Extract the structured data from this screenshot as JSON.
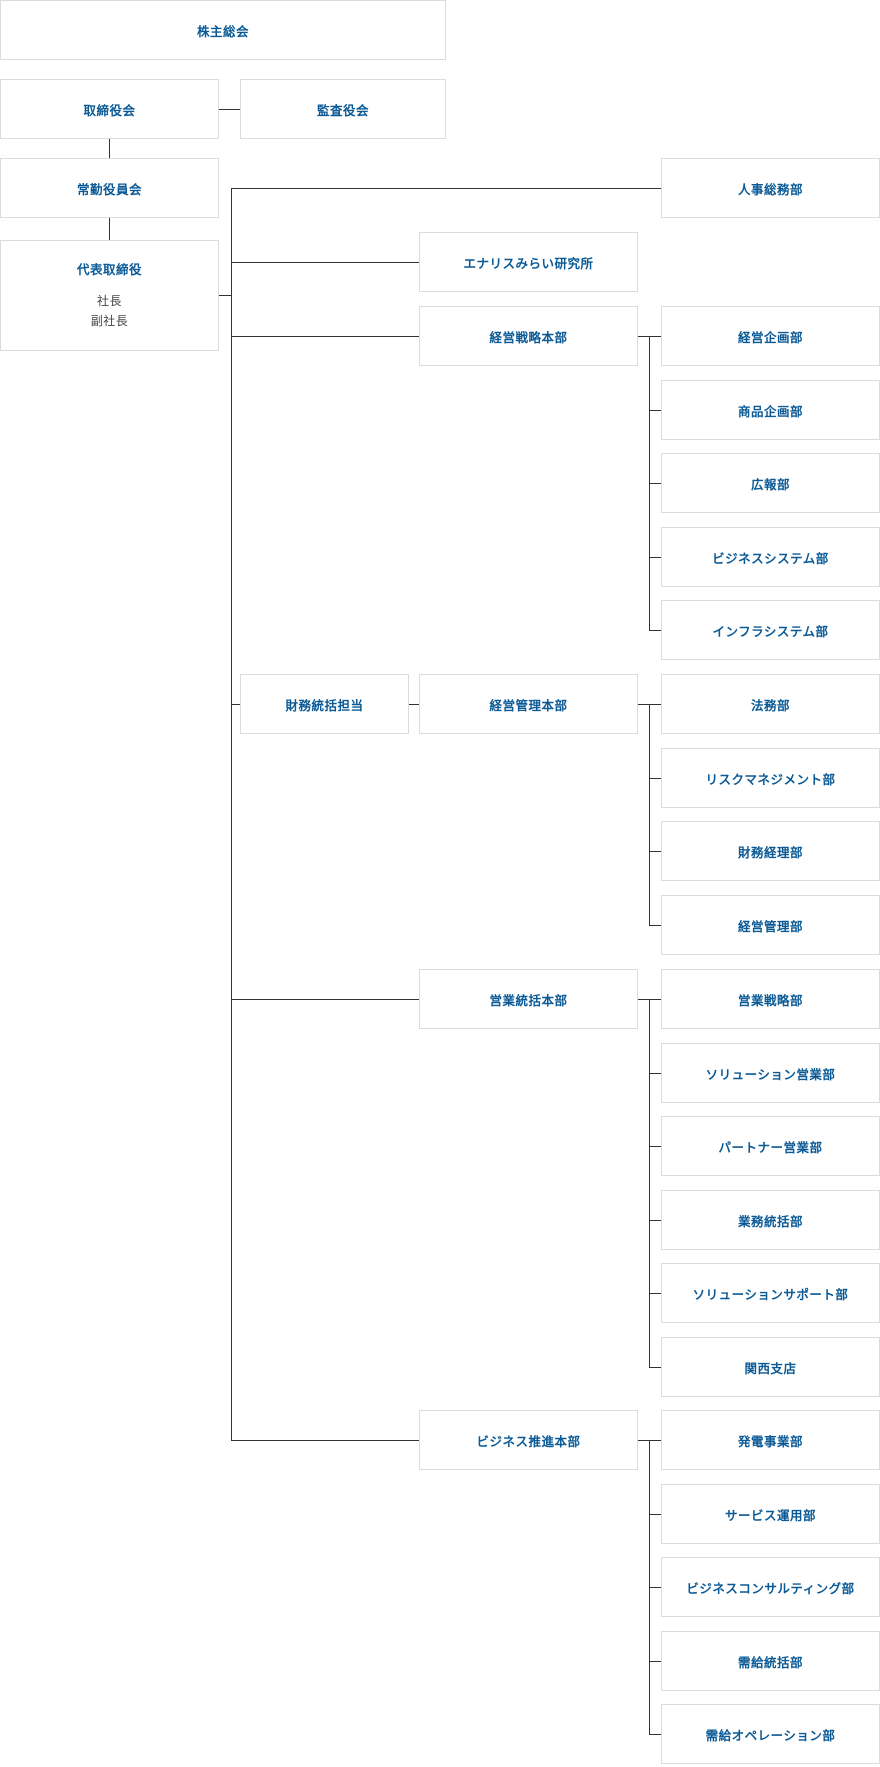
{
  "top": {
    "shareholders": "株主総会",
    "board": "取締役会",
    "auditors": "監査役会",
    "executive_committee": "常勤役員会",
    "ceo": {
      "title": "代表取締役",
      "sub1": "社長",
      "sub2": "副社長"
    }
  },
  "direct": {
    "hr": "人事総務部",
    "lab": "エナリスみらい研究所",
    "finance_officer": "財務統括担当"
  },
  "divisions": {
    "strategy": {
      "label": "経営戦略本部",
      "depts": [
        "経営企画部",
        "商品企画部",
        "広報部",
        "ビジネスシステム部",
        "インフラシステム部"
      ]
    },
    "management": {
      "label": "経営管理本部",
      "depts": [
        "法務部",
        "リスクマネジメント部",
        "財務経理部",
        "経営管理部"
      ]
    },
    "sales": {
      "label": "営業統括本部",
      "depts": [
        "営業戦略部",
        "ソリューション営業部",
        "パートナー営業部",
        "業務統括部",
        "ソリューションサポート部",
        "関西支店"
      ]
    },
    "business": {
      "label": "ビジネス推進本部",
      "depts": [
        "発電事業部",
        "サービス運用部",
        "ビジネスコンサルティング部",
        "需給統括部",
        "需給オペレーション部"
      ]
    }
  },
  "colors": {
    "text": "#0b5a96",
    "sub_text": "#444444",
    "border": "#dcdcdc",
    "line": "#333333"
  }
}
